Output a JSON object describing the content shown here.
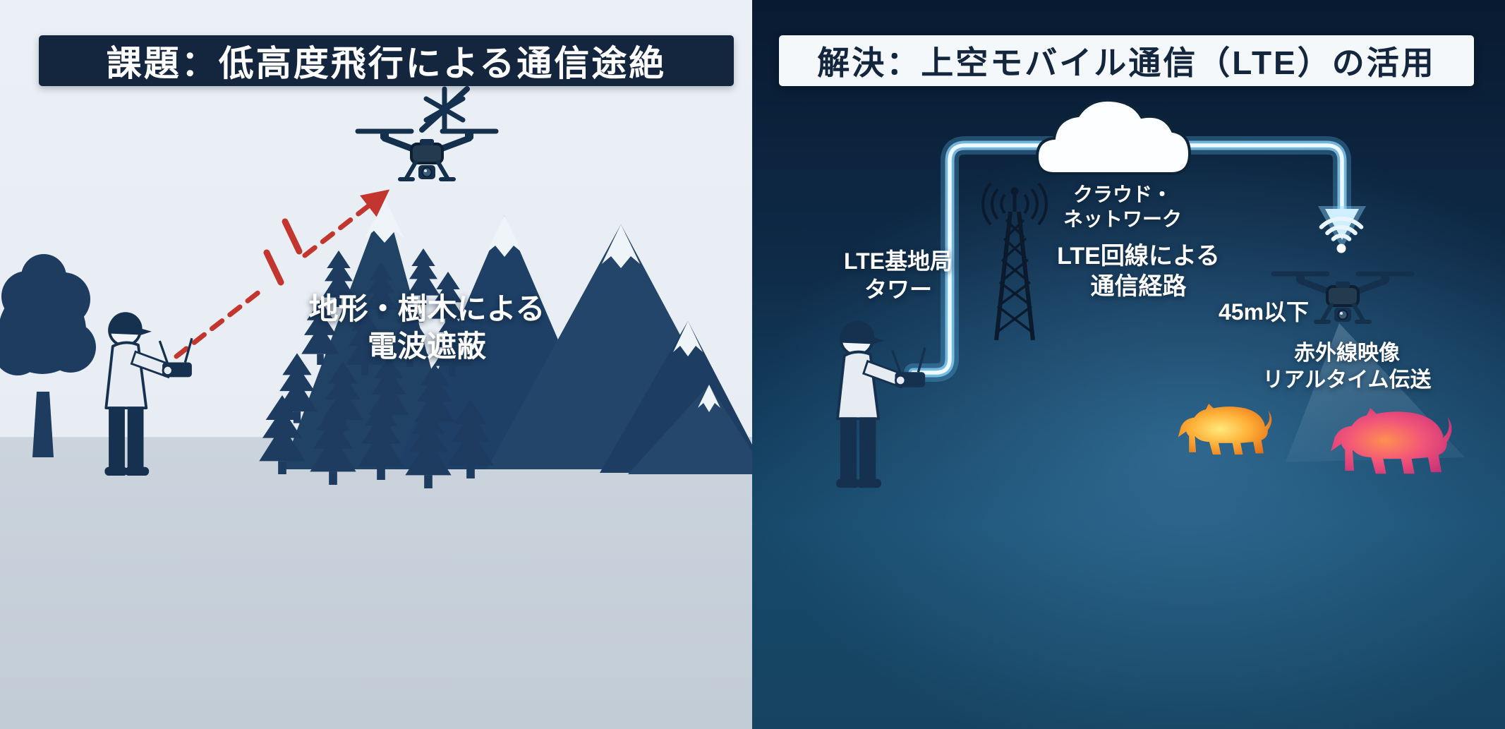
{
  "left_panel": {
    "title": "課題：低高度飛行による通信途絶",
    "obstruction_label": {
      "line1": "地形・樹木による",
      "line2": "電波遮蔽"
    }
  },
  "right_panel": {
    "title": "解決：上空モバイル通信（LTE）の活用",
    "cloud_label": {
      "line1": "クラウド・",
      "line2": "ネットワーク"
    },
    "tower_label": {
      "line1": "LTE基地局",
      "line2": "タワー"
    },
    "route_label": {
      "line1": "LTE回線による",
      "line2": "通信経路"
    },
    "altitude_label": "45m以下",
    "transmission_label": {
      "line1": "赤外線映像",
      "line2": "リアルタイム伝送"
    }
  },
  "icons": {
    "drone_icon": "quadcopter drone with camera gimbal",
    "signal_lost_icon": "asterisk burst with slash (connection lost)",
    "cloud_icon": "cloud network",
    "lte_tower_icon": "lattice radio tower with signal waves",
    "wifi_icon": "wifi arcs above drone",
    "operator_figure": "person with cap holding remote controller",
    "pine_tree_icon": "conifer silhouette",
    "mountain_icon": "snow-capped mountain silhouette",
    "thermal_boar_icon": "wild boar in thermal-camera colors"
  },
  "colors": {
    "navy": "#16304f",
    "left_background": "#e8eef4",
    "left_ground": "#c9d3dc",
    "right_background_top": "#081a30",
    "right_background_glow": "#488ebc",
    "signal_blue": "#8fdcff",
    "arrow_red": "#c3362f",
    "thermal_orange": "#ffae36",
    "thermal_pink": "#f25579",
    "banner_dark": "#14253e",
    "banner_light": "#f5f8fa"
  }
}
